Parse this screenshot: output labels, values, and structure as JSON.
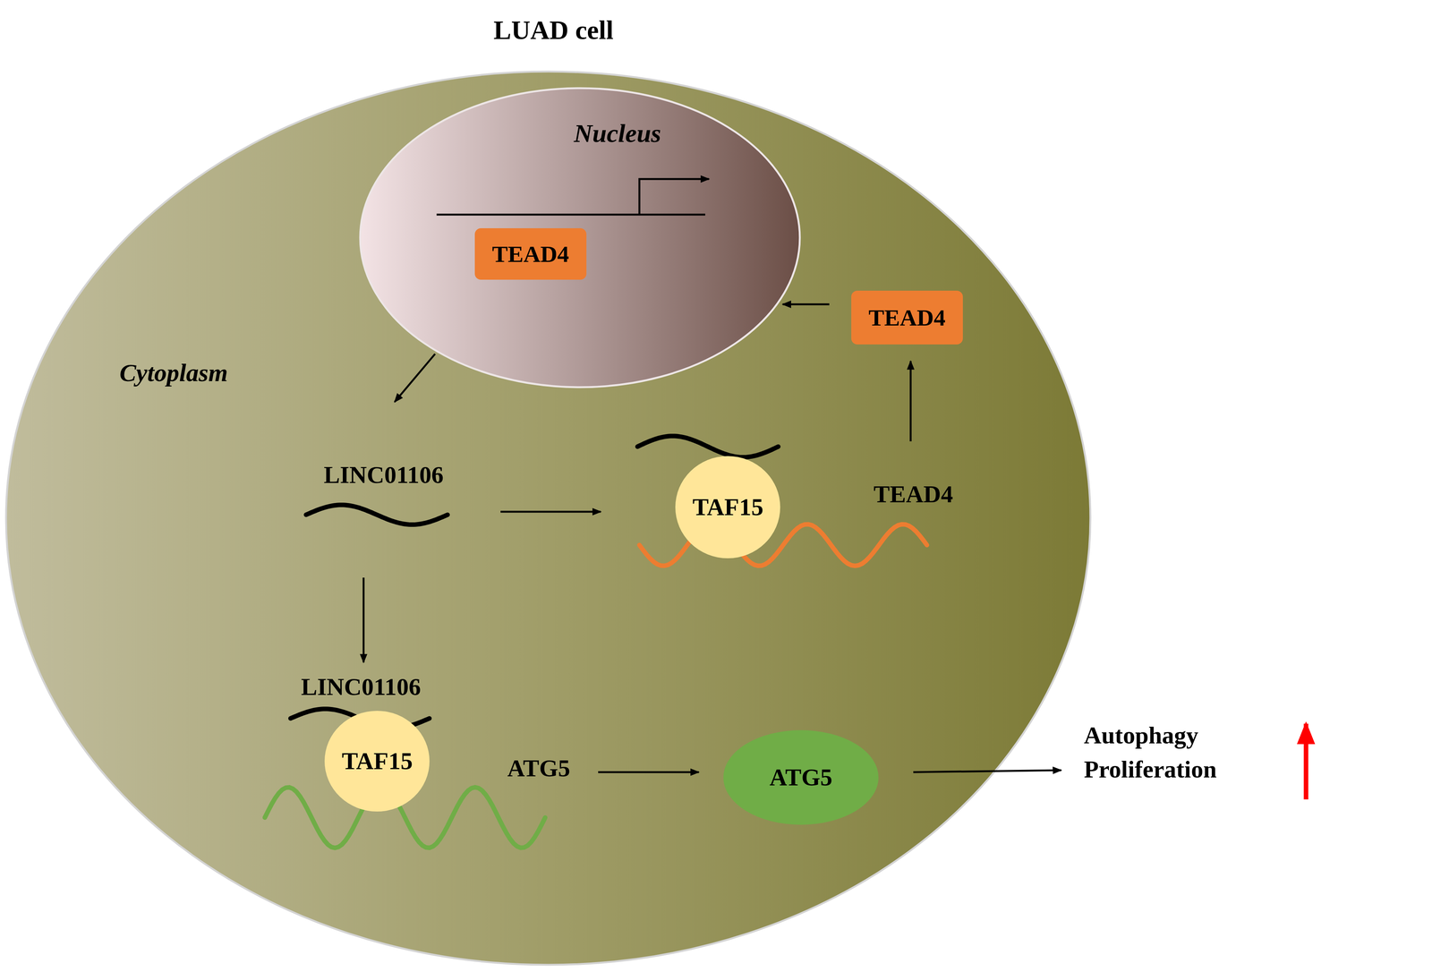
{
  "diagram": {
    "title": "LUAD cell",
    "nodes": [
      {
        "text": [
          "Cytoplasm"
        ]
      },
      {
        "text": [
          "Nucleus"
        ],
        "in": 0
      },
      {
        "text": [
          "TEAD4"
        ],
        "in": 1
      },
      {
        "text": [
          "TEAD4"
        ],
        "in": 0
      },
      {
        "text": [
          "TAF15"
        ],
        "in": 0
      },
      {
        "text": [
          "TAF15"
        ],
        "in": 0
      },
      {
        "text": [
          "ATG5"
        ],
        "in": 0
      }
    ],
    "edges": [
      {
        "from": 3,
        "to": 1,
        "arrow": "to"
      }
    ],
    "labels": [
      "LINC01106",
      "TEAD4",
      "LINC01106",
      "ATG5",
      "Autophagy Proliferation"
    ]
  }
}
